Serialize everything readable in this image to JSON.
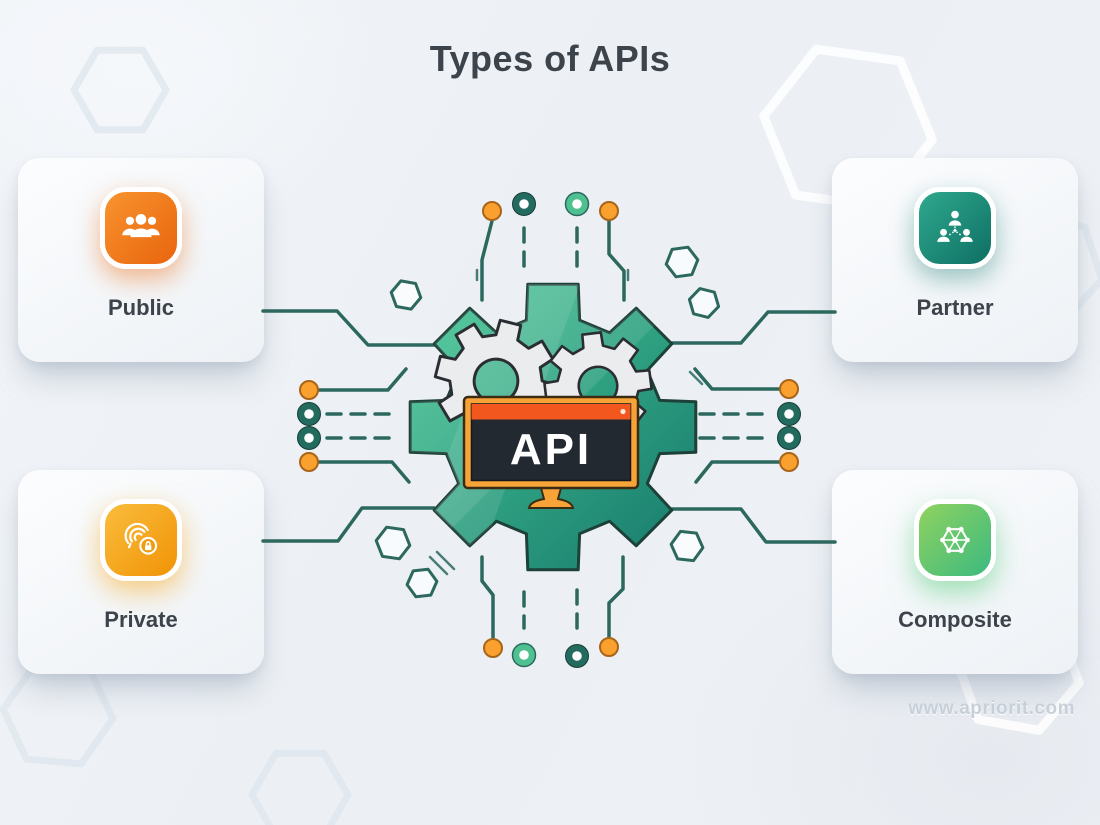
{
  "title": "Types of APIs",
  "watermark": "www.apriorit.com",
  "center": {
    "monitor_label": "API",
    "gear_color_from": "#47c996",
    "gear_color_to": "#17796c",
    "monitor_frame_color": "#f7a338",
    "monitor_titlebar_color": "#f2571d",
    "monitor_screen_color": "#232931"
  },
  "circuit": {
    "line_color": "#2c685e",
    "node_orange": "#f9a02e",
    "node_teal_dark": "#226b5e",
    "node_teal_light": "#4fc08f"
  },
  "cards": [
    {
      "label": "Public",
      "icon": "people-group-icon",
      "tile_from": "#f8932f",
      "tile_to": "#e9650d"
    },
    {
      "label": "Partner",
      "icon": "org-chart-icon",
      "tile_from": "#2fa98d",
      "tile_to": "#0e6f64"
    },
    {
      "label": "Private",
      "icon": "fingerprint-lock-icon",
      "tile_from": "#f9bd3d",
      "tile_to": "#f19306"
    },
    {
      "label": "Composite",
      "icon": "network-hex-icon",
      "tile_from": "#90d25f",
      "tile_to": "#3bba80"
    }
  ]
}
